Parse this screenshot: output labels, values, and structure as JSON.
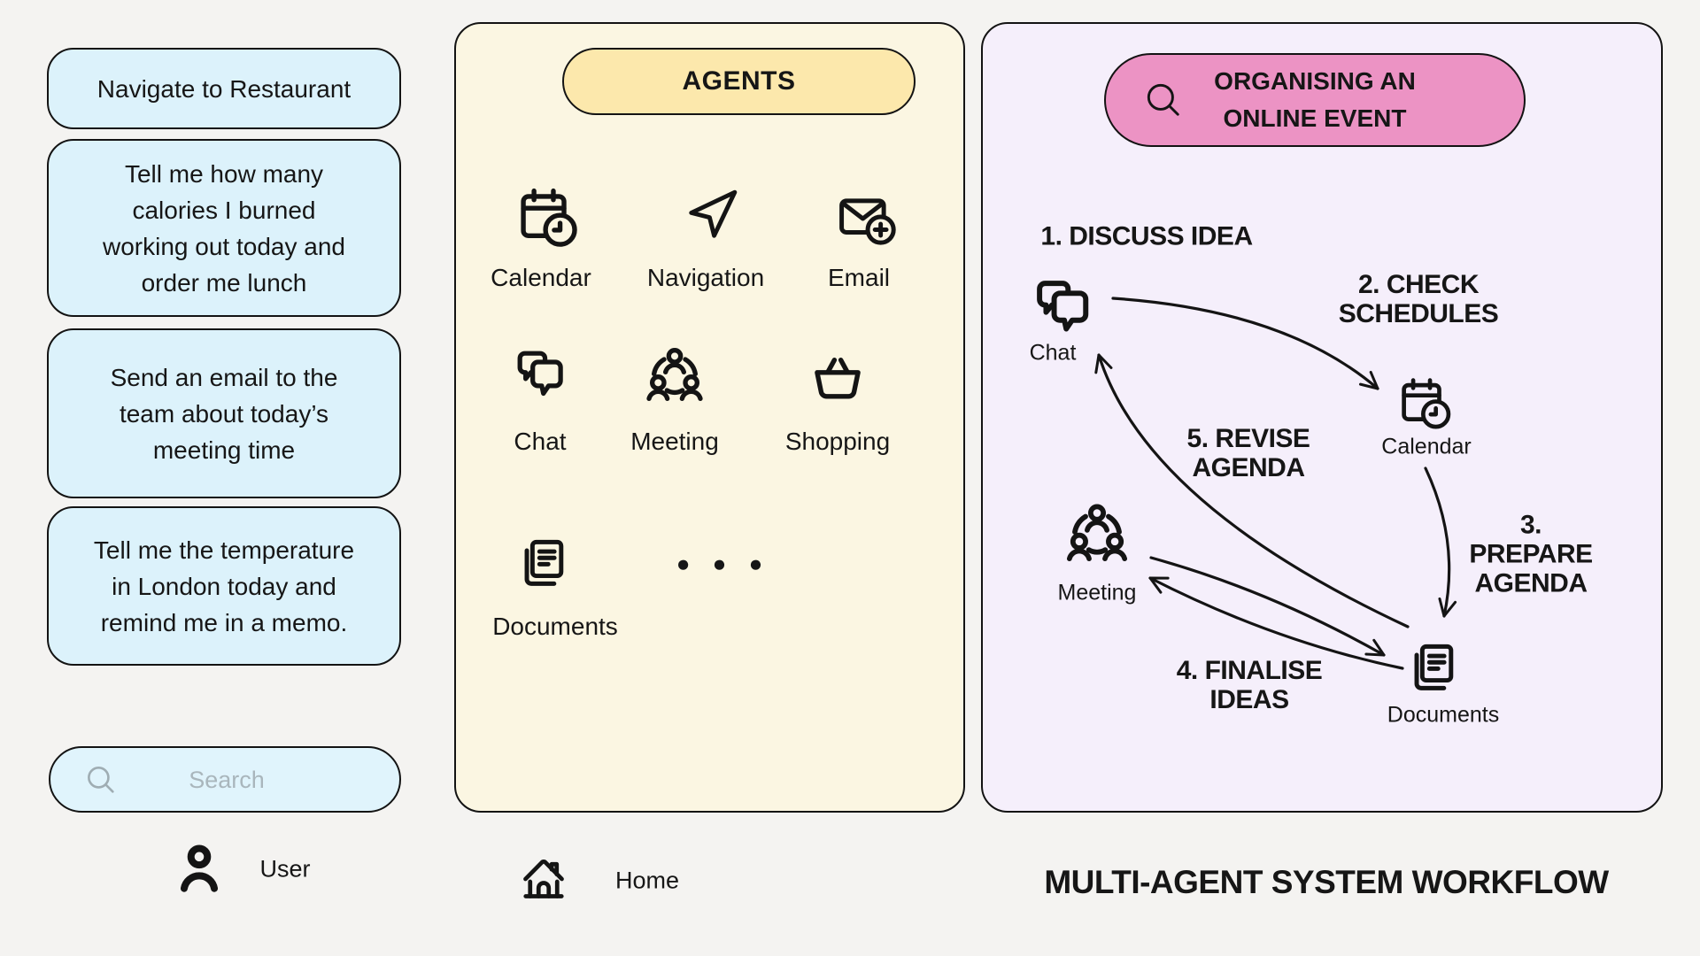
{
  "left_panel": {
    "prompts": [
      "Navigate to Restaurant",
      "Tell me how many\ncalories I burned\nworking out today and\norder me lunch",
      "Send an email to the\nteam about today’s\nmeeting time",
      "Tell me the temperature\nin London today and\nremind me in a memo."
    ],
    "search": {
      "placeholder": "Search",
      "icon": "search-icon"
    },
    "user": {
      "label": "User",
      "icon": "user-icon"
    }
  },
  "agents_panel": {
    "title": "AGENTS",
    "agents": [
      {
        "label": "Calendar",
        "icon": "calendar-clock-icon"
      },
      {
        "label": "Navigation",
        "icon": "navigation-arrow-icon"
      },
      {
        "label": "Email",
        "icon": "mail-plus-icon"
      },
      {
        "label": "Chat",
        "icon": "chat-bubbles-icon"
      },
      {
        "label": "Meeting",
        "icon": "people-group-icon"
      },
      {
        "label": "Shopping",
        "icon": "shopping-basket-icon"
      },
      {
        "label": "Documents",
        "icon": "documents-icon"
      }
    ],
    "more_label": "● ● ●"
  },
  "workflow_panel": {
    "title": "ORGANISING AN\nONLINE EVENT",
    "title_icon": "search-icon",
    "nodes": [
      {
        "label": "Chat",
        "icon": "chat-bubbles-icon"
      },
      {
        "label": "Calendar",
        "icon": "calendar-clock-icon"
      },
      {
        "label": "Meeting",
        "icon": "people-group-icon"
      },
      {
        "label": "Documents",
        "icon": "documents-icon"
      }
    ],
    "steps": [
      "1. DISCUSS IDEA",
      "2. CHECK SCHEDULES",
      "3. PREPARE\nAGENDA",
      "4. FINALISE\nIDEAS",
      "5. REVISE\nAGENDA"
    ]
  },
  "footer": {
    "home_label": "Home",
    "home_icon": "home-icon",
    "title": "MULTI-AGENT SYSTEM WORKFLOW"
  },
  "colors": {
    "background": "#F4F3F1",
    "bubble_blue": "#DCF2FB",
    "search_blue": "#E0F4FC",
    "agents_panel_cream": "#FBF6E2",
    "agents_pill_yellow": "#FCE8AC",
    "workflow_panel_lavender": "#F5EFFB",
    "workflow_pill_pink": "#EC93C4",
    "ink": "#141414",
    "placeholder_gray": "#A9B6BC"
  }
}
